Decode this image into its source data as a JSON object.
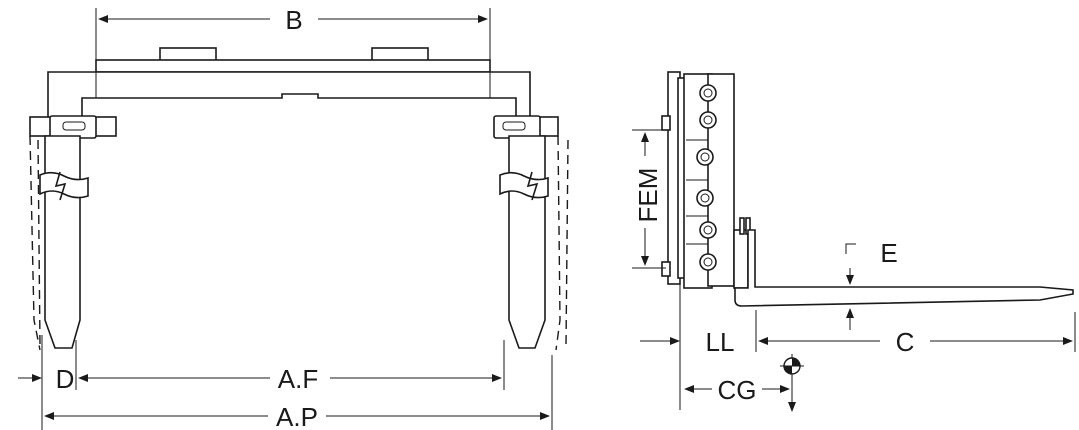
{
  "labels": {
    "b": "B",
    "d": "D",
    "af": "A.F",
    "ap": "A.P",
    "fem": "FEM",
    "e": "E",
    "ll": "LL",
    "c": "C",
    "cg": "CG"
  }
}
